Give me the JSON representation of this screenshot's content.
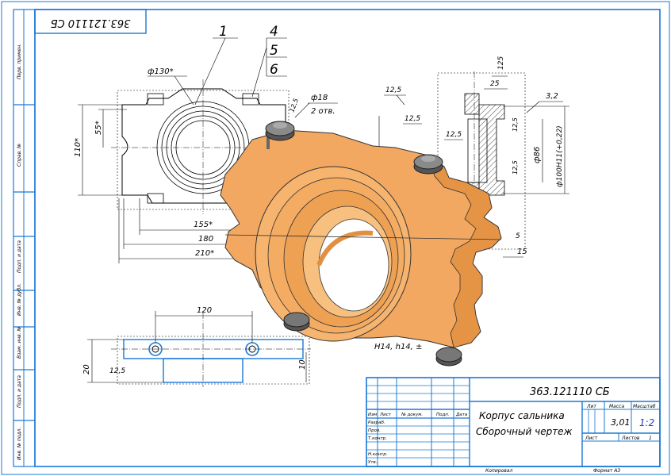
{
  "stamp": {
    "inverted_code": "363.121110 СБ",
    "doc_code": "363.121110 СБ",
    "name_line1": "Корпус сальника",
    "name_line2": "Сборочный чертеж",
    "mass": "3,01",
    "scale": "1:2",
    "headers": {
      "lit": "Лит",
      "mass": "Масса",
      "scale": "Масштаб",
      "sheet": "Лист",
      "sheets": "Листов",
      "sheets_count": "1"
    },
    "cols": [
      "Изм",
      "Лист",
      "№ докум.",
      "Подп.",
      "Дата"
    ],
    "rows": [
      "Разраб.",
      "Пров.",
      "Т.контр.",
      "",
      "Н.контр.",
      "Утв."
    ],
    "footer_copy": "Копировал",
    "footer_format": "Формат  А3"
  },
  "side_strip": [
    "Перв. примен.",
    "Справ. №",
    "Подп. и дата",
    "Инв. № дубл.",
    "Взам. инв. №",
    "Подп. и дата",
    "Инв. № подл."
  ],
  "leaders": [
    "1",
    "4",
    "5",
    "6"
  ],
  "dims": {
    "d130": "ф130*",
    "d18": "ф18",
    "two_holes": "2 отв.",
    "r125a": "12,5",
    "h110": "110*",
    "h55": "55*",
    "w155": "155*",
    "w180": "180",
    "w210": "210*",
    "w120": "120",
    "h20": "20",
    "r125b": "12,5",
    "h10": "10",
    "s125a": "125",
    "s25": "25",
    "s125b": "12,5",
    "s125c": "12,5",
    "s125d": "12,5",
    "s32": "3,2",
    "s125e": "12,5",
    "s125f": "12,5",
    "d86": "ф86",
    "d100": "ф100H11(+0,22)",
    "s15": "15",
    "s5": "5",
    "tol": "H14, h14, ±"
  }
}
